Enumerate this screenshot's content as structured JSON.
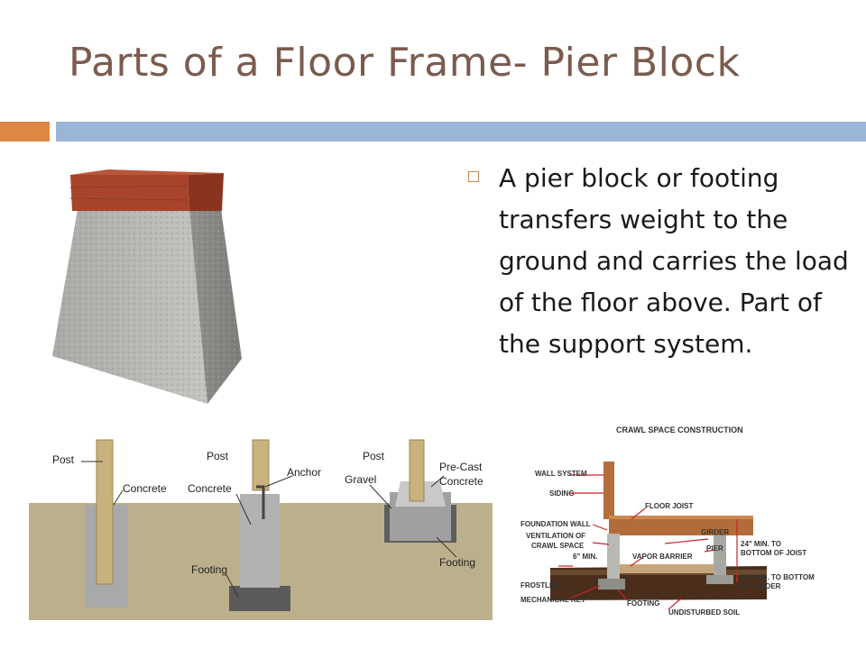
{
  "slide": {
    "title": "Parts of a Floor Frame- Pier Block",
    "bullet_text": "A pier block or footing transfers weight to the ground and carries the load of the floor above. Part of the support system."
  },
  "footing_diagram": {
    "labels": {
      "post_1": "Post",
      "concrete_1": "Concrete",
      "post_2": "Post",
      "anchor": "Anchor",
      "concrete_2": "Concrete",
      "footing_2": "Footing",
      "post_3": "Post",
      "gravel": "Gravel",
      "precast_1": "Pre-Cast",
      "precast_2": "Concrete",
      "footing_3": "Footing"
    }
  },
  "crawl_diagram": {
    "title": "CRAWL SPACE CONSTRUCTION",
    "labels": {
      "wall_system": "WALL SYSTEM",
      "siding": "SIDING",
      "floor_joist": "FLOOR JOIST",
      "foundation_wall": "FOUNDATION WALL",
      "ventilation_1": "VENTILATION OF",
      "ventilation_2": "CRAWL SPACE",
      "six_min": "6\" MIN.",
      "girder": "GIRDER",
      "pier": "PIER",
      "vapor_barrier": "VAPOR BARRIER",
      "min_joist_1": "24\" MIN. TO",
      "min_joist_2": "BOTTOM OF JOIST",
      "frostline": "FROSTLINE",
      "min_girder_1": "18\" MIN. TO BOTTOM",
      "min_girder_2": "OF GIRDER",
      "mechanical_key": "MECHANICAL KEY",
      "footing": "FOOTING",
      "undisturbed_soil": "UNDISTURBED SOIL"
    }
  },
  "colors": {
    "title": "#7a5c4f",
    "accent_orange": "#df8744",
    "accent_blue": "#9bb5d6"
  }
}
